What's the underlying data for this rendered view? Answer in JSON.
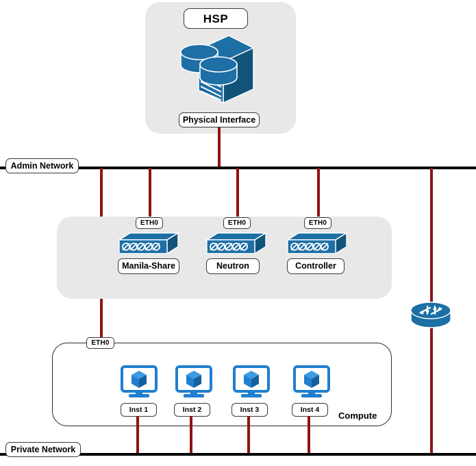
{
  "diagram": {
    "title_box": {
      "label": "HSP"
    },
    "storage": {
      "icon": "server-storage-icon",
      "interface_label": "Physical Interface"
    },
    "networks": [
      {
        "name": "admin-network",
        "label": "Admin Network"
      },
      {
        "name": "private-network",
        "label": "Private Network"
      }
    ],
    "services": [
      {
        "name": "manila-share",
        "label": "Manila-Share",
        "nic": "ETH0",
        "icon": "switch-icon"
      },
      {
        "name": "neutron",
        "label": "Neutron",
        "nic": "ETH0",
        "icon": "switch-icon"
      },
      {
        "name": "controller",
        "label": "Controller",
        "nic": "ETH0",
        "icon": "switch-icon"
      }
    ],
    "compute": {
      "label": "Compute",
      "nic": "ETH0",
      "instances": [
        {
          "name": "instance-1",
          "label": "Inst 1",
          "icon": "vm-monitor-icon"
        },
        {
          "name": "instance-2",
          "label": "Inst 2",
          "icon": "vm-monitor-icon"
        },
        {
          "name": "instance-3",
          "label": "Inst 3",
          "icon": "vm-monitor-icon"
        },
        {
          "name": "instance-4",
          "label": "Inst 4",
          "icon": "vm-monitor-icon"
        }
      ]
    },
    "router": {
      "name": "router",
      "icon": "router-icon"
    },
    "colors": {
      "link": "#8e1414",
      "bus": "#000000",
      "zone_fill": "#e8e8e8",
      "device_blue": "#1d6fa5",
      "device_blue_dark": "#125479",
      "instance_blue": "#1f7fd0"
    }
  }
}
